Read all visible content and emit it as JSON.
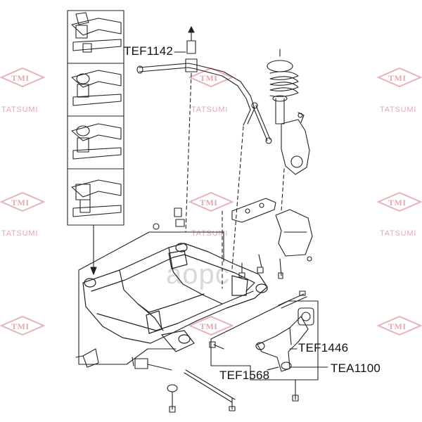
{
  "labels": {
    "stabilizer_bushing": "TEF1142",
    "rear_bushing": "TEF1446",
    "front_bushing": "TEF1568",
    "ball_joint": "TEA1100"
  },
  "watermark": {
    "logo": "TMI",
    "text": "TATSUMI",
    "color": "#e8b2b6"
  },
  "center_watermark": "аорс"
}
